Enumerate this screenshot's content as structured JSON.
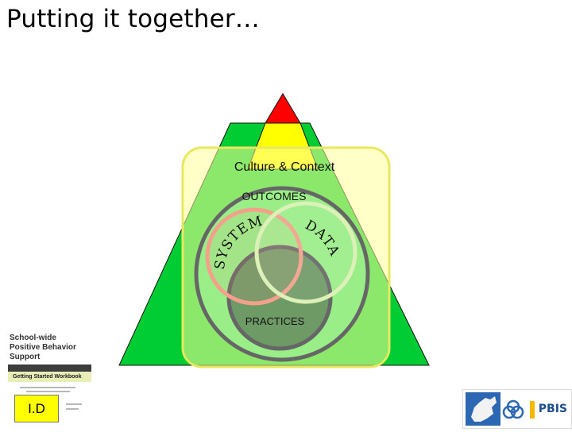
{
  "slide": {
    "title": "Putting it together…"
  },
  "diagram": {
    "culture_label": "Culture & Context",
    "outcomes_label": "OUTCOMES",
    "systems_label": "SYSTEMS",
    "data_label": "DATA",
    "practices_label": "PRACTICES",
    "colors": {
      "triangle_red": "#ff0000",
      "triangle_yellow": "#ffff00",
      "triangle_green": "#00cc33",
      "culture_box": "#ffff99",
      "outcomes_circle": "#99ee88",
      "systems_ring": "#f4a08a",
      "data_ring": "#ddf0b8",
      "practices_fill": "#6e9a66"
    }
  },
  "workbook": {
    "heading": "School-wide Positive Behavior Support",
    "subtitle": "Getting Started Workbook",
    "id_label": "I.D"
  },
  "logo": {
    "text": "PBIS"
  }
}
